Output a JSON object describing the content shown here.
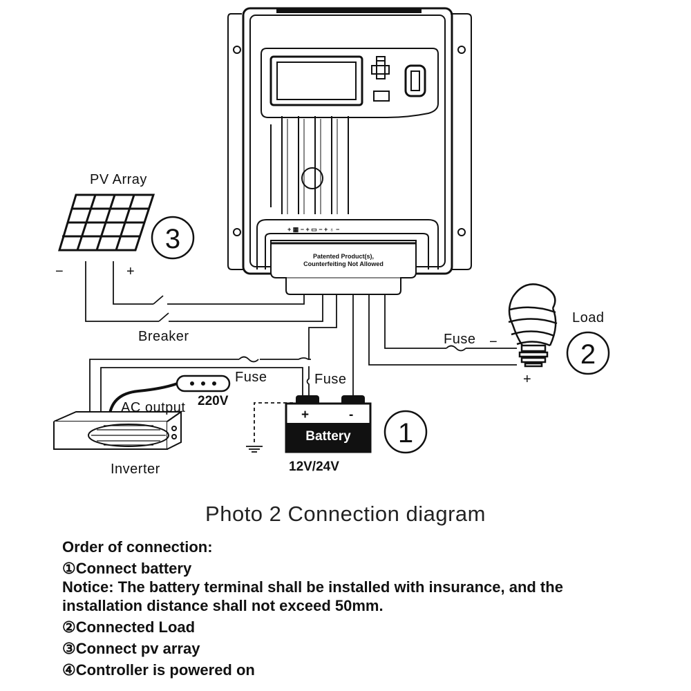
{
  "diagram": {
    "controller": {
      "terminal_symbols": "+ ▦ − + ▭ − + ♁ −",
      "sticker_line1": "Patented Product(s),",
      "sticker_line2": "Counterfeiting Not Allowed"
    },
    "pv": {
      "label": "PV Array",
      "number": "3",
      "minus": "−",
      "plus": "+"
    },
    "breaker": {
      "label": "Breaker"
    },
    "load": {
      "label": "Load",
      "number": "2",
      "fuse": "Fuse",
      "minus": "−",
      "plus": "+"
    },
    "battery": {
      "label": "Battery",
      "number": "1",
      "plus": "+",
      "minus": "-",
      "voltage": "12V/24V",
      "fuse": "Fuse"
    },
    "inverter": {
      "label": "Inverter",
      "ac_output": "AC output",
      "voltage": "220V",
      "fuse": "Fuse"
    }
  },
  "caption": "Photo 2  Connection diagram",
  "instructions": {
    "heading": "Order of connection:",
    "step1": "①Connect battery",
    "notice_line1": "Notice: The battery terminal shall be installed with insurance, and the",
    "notice_line2": "installation distance shall not exceed 50mm.",
    "step2": "②Connected Load",
    "step3": "③Connect pv array",
    "step4": "④Controller is powered on"
  }
}
